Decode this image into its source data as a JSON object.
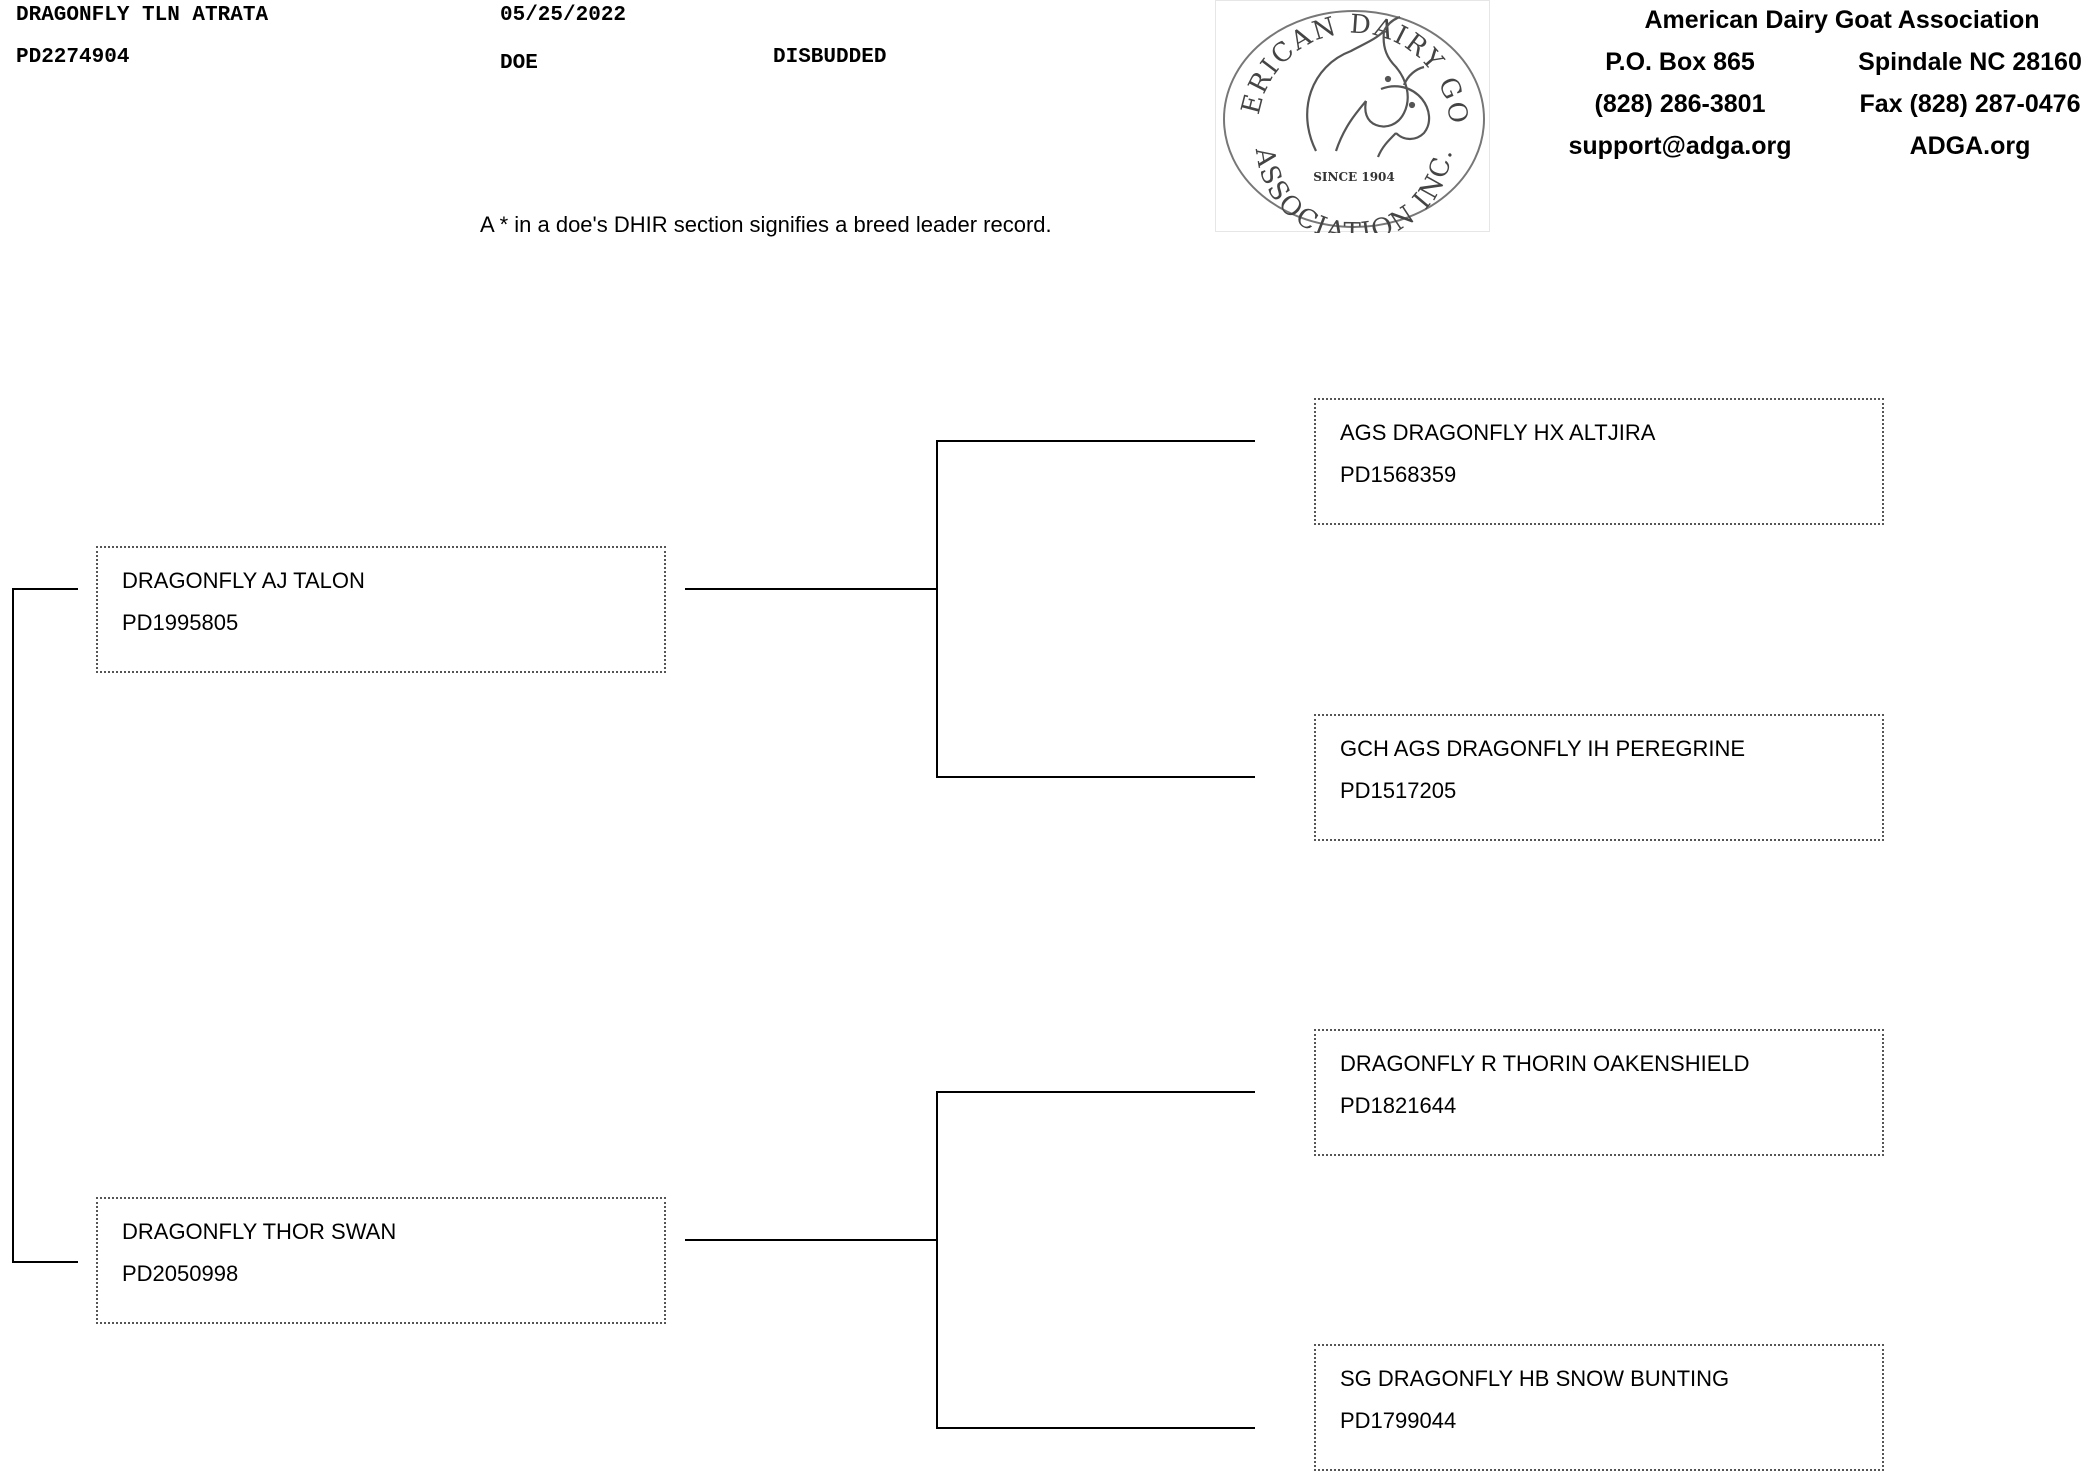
{
  "header": {
    "animal_name": "DRAGONFLY TLN ATRATA",
    "birth_date": "05/25/2022",
    "reg_number": "PD2274904",
    "sex": "DOE",
    "horn_status": "DISBUDDED",
    "note": "A * in a doe's DHIR section signifies a breed leader record."
  },
  "logo": {
    "top_text": "AMERICAN DAIRY GOAT",
    "bottom_text": "ASSOCIATION INC.",
    "since": "SINCE 1904"
  },
  "org": {
    "name": "American Dairy Goat Association",
    "po_box": "P.O. Box 865",
    "city": "Spindale NC 28160",
    "phone": "(828) 286-3801",
    "fax": "Fax (828) 287-0476",
    "email": "support@adga.org",
    "website": "ADGA.org"
  },
  "pedigree": {
    "sire": {
      "name": "DRAGONFLY AJ TALON",
      "reg": "PD1995805"
    },
    "dam": {
      "name": "DRAGONFLY THOR SWAN",
      "reg": "PD2050998"
    },
    "sire_sire": {
      "name": "AGS DRAGONFLY HX ALTJIRA",
      "reg": "PD1568359"
    },
    "sire_dam": {
      "name": "GCH AGS DRAGONFLY IH PEREGRINE",
      "reg": "PD1517205"
    },
    "dam_sire": {
      "name": "DRAGONFLY R THORIN OAKENSHIELD",
      "reg": "PD1821644"
    },
    "dam_dam": {
      "name": "SG DRAGONFLY HB SNOW BUNTING",
      "reg": "PD1799044"
    }
  }
}
